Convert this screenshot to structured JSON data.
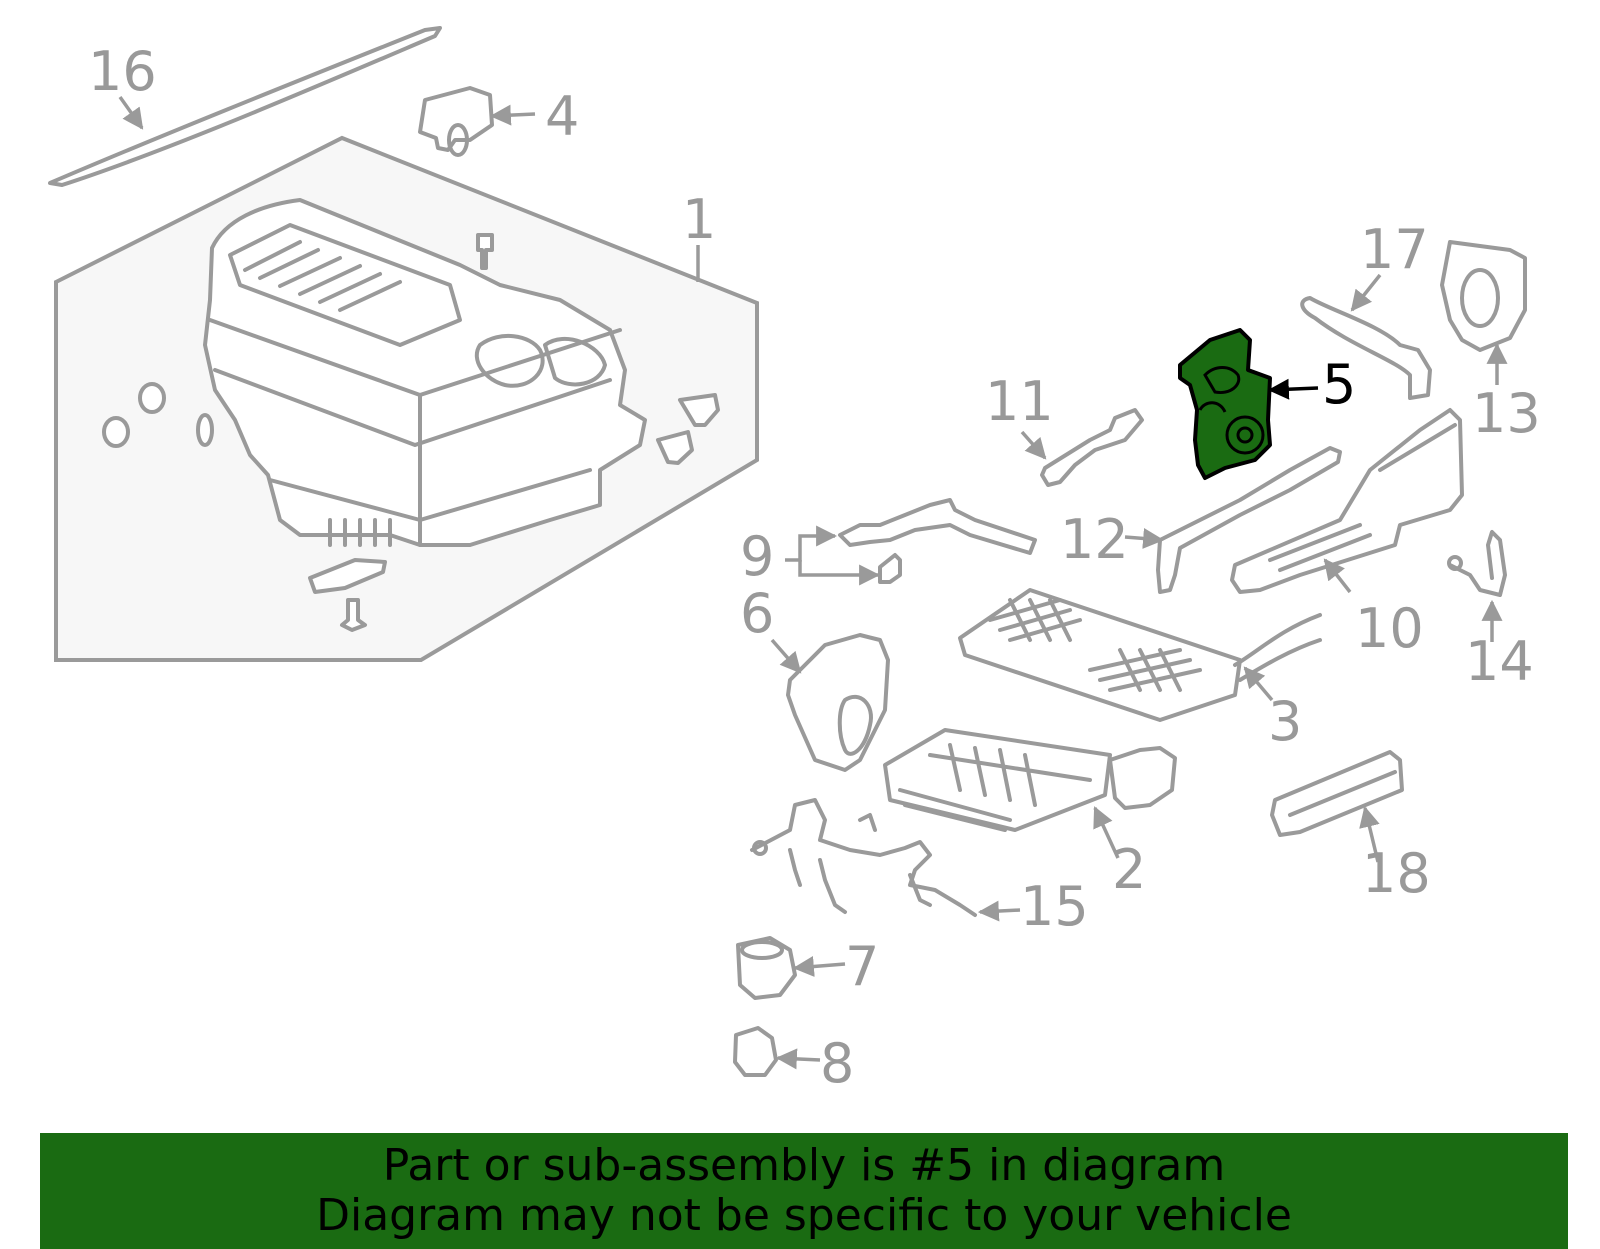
{
  "diagram": {
    "highlight_part": "5",
    "highlight_color": "#1a6b12",
    "line_color": "#9a9a9a",
    "callouts": [
      {
        "id": "1",
        "label": "1"
      },
      {
        "id": "2",
        "label": "2"
      },
      {
        "id": "3",
        "label": "3"
      },
      {
        "id": "4",
        "label": "4"
      },
      {
        "id": "5",
        "label": "5"
      },
      {
        "id": "6",
        "label": "6"
      },
      {
        "id": "7",
        "label": "7"
      },
      {
        "id": "8",
        "label": "8"
      },
      {
        "id": "9",
        "label": "9"
      },
      {
        "id": "10",
        "label": "10"
      },
      {
        "id": "11",
        "label": "11"
      },
      {
        "id": "12",
        "label": "12"
      },
      {
        "id": "13",
        "label": "13"
      },
      {
        "id": "14",
        "label": "14"
      },
      {
        "id": "15",
        "label": "15"
      },
      {
        "id": "16",
        "label": "16"
      },
      {
        "id": "17",
        "label": "17"
      },
      {
        "id": "18",
        "label": "18"
      }
    ]
  },
  "banner": {
    "line1": "Part or sub-assembly is #5 in diagram",
    "line2": "Diagram may not be specific to your vehicle",
    "background": "#1a6b12"
  }
}
